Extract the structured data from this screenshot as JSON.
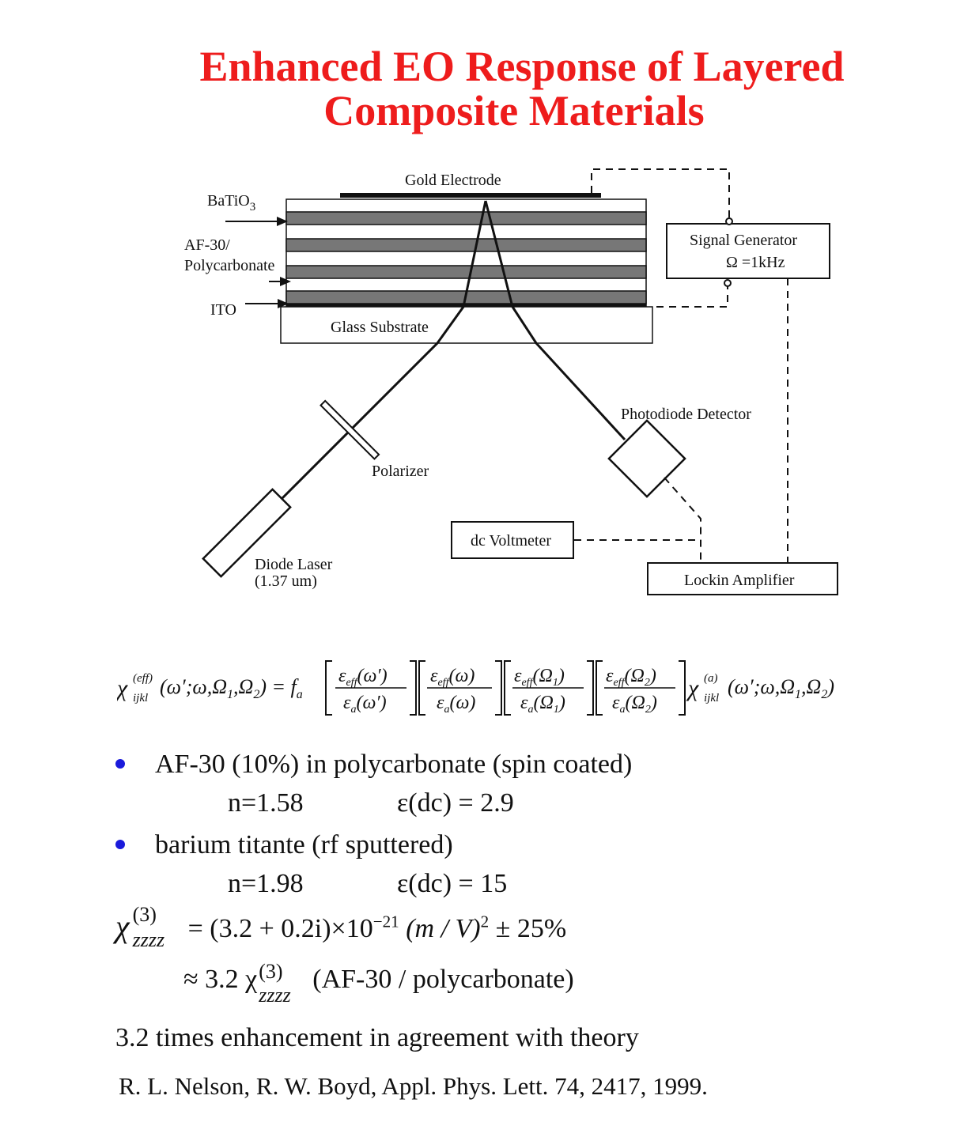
{
  "title": {
    "line1": "Enhanced EO Response of Layered",
    "line2": "Composite Materials"
  },
  "diagram": {
    "labels": {
      "gold_electrode": "Gold Electrode",
      "batio3": "BaTiO",
      "batio3_sub": "3",
      "af30_a": "AF-30/",
      "af30_b": "Polycarbonate",
      "ito": "ITO",
      "glass": "Glass Substrate",
      "signal_gen_1": "Signal Generator",
      "signal_gen_2": "Ω =1kHz",
      "photodiode": "Photodiode Detector",
      "polarizer": "Polarizer",
      "diode_laser_1": "Diode Laser",
      "diode_laser_2": "(1.37 um)",
      "dc_voltmeter": "dc Voltmeter",
      "lockin": "Lockin Amplifier"
    }
  },
  "equation": {
    "lhs": "χ",
    "lhs_sup": "(eff)",
    "lhs_sub": "ijkl",
    "lhs_args": "(ω′;ω,Ω₁,Ω₂) = f",
    "lhs_f_sub": "a",
    "fractions": [
      {
        "num": "ε_eff(ω′)",
        "den": "ε_a(ω′)"
      },
      {
        "num": "ε_eff(ω)",
        "den": "ε_a(ω)"
      },
      {
        "num": "ε_eff(Ω₁)",
        "den": "ε_a(Ω₁)"
      },
      {
        "num": "ε_eff(Ω₂)",
        "den": "ε_a(Ω₂)"
      }
    ],
    "rhs": "χ",
    "rhs_sup": "(a)",
    "rhs_sub": "ijkl",
    "rhs_args": "(ω′;ω,Ω₁,Ω₂)"
  },
  "bullets": [
    {
      "text": "AF-30 (10%) in polycarbonate (spin coated)",
      "n": "n=1.58",
      "eps": "ε(dc) = 2.9"
    },
    {
      "text": "barium titante (rf sputtered)",
      "n": "n=1.98",
      "eps": "ε(dc) = 15"
    }
  ],
  "chi_result": {
    "line1_prefix": "χ",
    "line1_sup": "(3)",
    "line1_sub": "zzzz",
    "line1_body": "= (3.2 + 0.2i)×10",
    "line1_exp": "−21",
    "line1_units": "(m / V)",
    "line1_units_exp": "2",
    "line1_tail": "± 25%",
    "line2_prefix": "≈ 3.2 χ",
    "line2_sup": "(3)",
    "line2_sub": "zzzz",
    "line2_body": "(AF-30 / polycarbonate)"
  },
  "conclusion": "3.2 times enhancement in agreement with theory",
  "reference": "R. L. Nelson, R. W. Boyd, Appl. Phys. Lett. 74, 2417, 1999."
}
